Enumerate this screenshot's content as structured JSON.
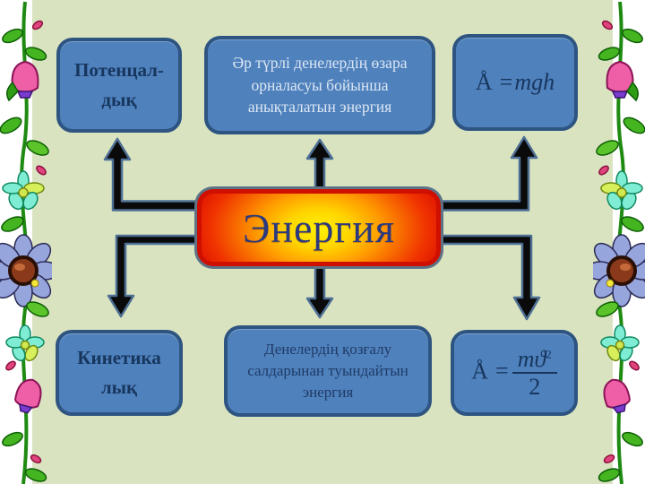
{
  "slide": {
    "background": "#d9e3c0",
    "side_strip_color": "#ffffff"
  },
  "center": {
    "label": "Энергия",
    "text_color": "#2b3a7e",
    "border_color": "#cf0f00",
    "gradient": [
      "#fff200",
      "#ff9c00",
      "#d40000"
    ]
  },
  "boxes": {
    "top_left": {
      "label": "Потенцал-\nдық"
    },
    "top_middle": {
      "label": "Әр түрлі денелердің өзара орналасуы бойынша анықталатын энергия"
    },
    "top_right": {
      "lhs": "Å",
      "eq": "=",
      "rhs": "mgh"
    },
    "bottom_left": {
      "label": "Кинетика\nлық"
    },
    "bottom_middle": {
      "label": "Денелердің қозғалу салдарынан туындайтын энергия"
    },
    "bottom_right": {
      "lhs": "Å",
      "eq": "=",
      "num_base": "mϑ",
      "num_exp": "2",
      "den": "2"
    }
  },
  "theme": {
    "box_fill": "#4f81bd",
    "box_border": "#2e5581",
    "label_color": "#17365d",
    "light_text_color": "#dce7f3",
    "arrow_fill": "#0a0a0a",
    "arrow_outline": "#4e6f94"
  },
  "decor": {
    "left_border": "flower-garland",
    "right_border": "flower-garland"
  }
}
